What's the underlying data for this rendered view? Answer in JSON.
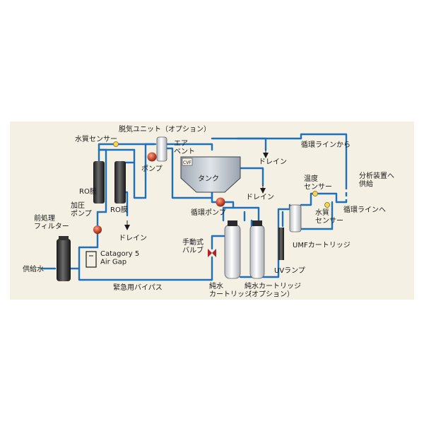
{
  "colors": {
    "panel": "#f4f1e4",
    "pipe": "#1f6fbf",
    "pump": "#c8452d",
    "valve": "#b0202a",
    "tank": "#b7bfc8",
    "text": "#1a1a1a"
  },
  "labels": {
    "feed_water": "供給水",
    "pre_filter": "前処理\nフィルター",
    "pressure_pump": "加圧\nポンプ",
    "ro_membrane_1": "RO膜",
    "ro_membrane_2": "RO膜",
    "drain_1": "ドレイン",
    "water_quality_sensor_1": "水質センサー",
    "degas_unit": "脱気ユニット（オプション）",
    "pump": "ポンプ",
    "air_vent": "エア\nベント",
    "tank_badge": "CVF",
    "tank": "タンク",
    "drain_2": "ドレイン",
    "drain_3": "ドレイン",
    "circulation_from": "循環ラインから",
    "circulation_pump": "循環ポンプ",
    "air_gap": "Catagory 5\nAir Gap",
    "emergency_bypass": "緊急用バイパス",
    "manual_valve": "手動式\nバルブ",
    "pure_cartridge": "純水\nカートリッジ",
    "pure_cartridge_opt": "純水カートリッジ\n（オプション）",
    "uv_lamp": "UVランプ",
    "umf_cartridge": "UMFカートリッジ",
    "temp_sensor": "温度\nセンサー",
    "water_quality_sensor_2": "水質\nセンサー",
    "circulation_to": "循環ラインへ",
    "supply_to_analyzer": "分析装置へ\n供給"
  },
  "icons": [
    "pump-icon",
    "valve-icon",
    "sensor-icon",
    "cartridge-icon",
    "tank-icon",
    "air-gap-icon",
    "drain-arrow-icon"
  ]
}
